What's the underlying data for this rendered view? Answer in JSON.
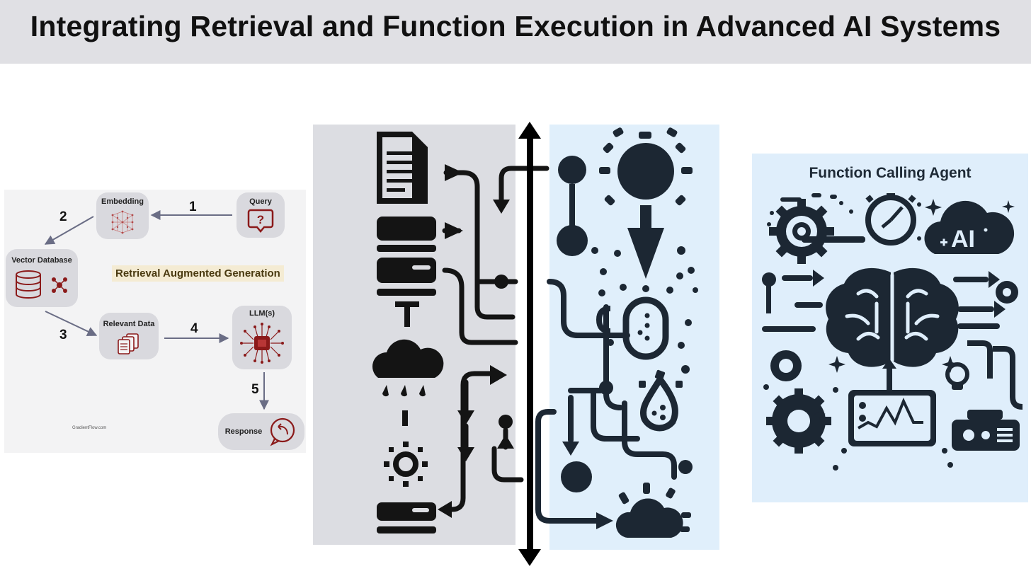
{
  "title": "Integrating Retrieval and Function Execution in Advanced AI Systems",
  "rag": {
    "title": "Retrieval Augmented Generation",
    "credit": "GradientFlow.com",
    "nodes": {
      "query": "Query",
      "embedding": "Embedding",
      "vector_db": "Vector Database",
      "relevant_data": "Relevant Data",
      "llm": "LLM(s)",
      "response": "Response"
    },
    "steps": [
      "1",
      "2",
      "3",
      "4",
      "5"
    ],
    "accent_color": "#8b1a1a"
  },
  "function_calling": {
    "title": "Function Calling Agent",
    "ai_badge": "AI"
  },
  "colors": {
    "icon_dark": "#1c2733",
    "rag_panel_bg": "#f3f3f4",
    "mid_left_bg": "#dcdde2",
    "mid_right_bg": "#e0effb",
    "fca_bg": "#dfeefb"
  }
}
